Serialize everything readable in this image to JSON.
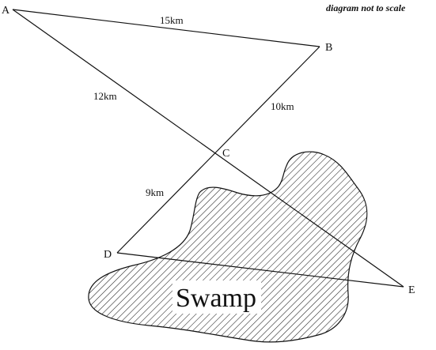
{
  "note": "diagram not to scale",
  "points": {
    "A": "A",
    "B": "B",
    "C": "C",
    "D": "D",
    "E": "E"
  },
  "lengths": {
    "AB": "15km",
    "AC": "12km",
    "BC": "10km",
    "CD": "9km"
  },
  "region": {
    "label": "Swamp"
  },
  "colors": {
    "stroke": "#111111",
    "hatch": "#222222",
    "background": "#ffffff"
  }
}
